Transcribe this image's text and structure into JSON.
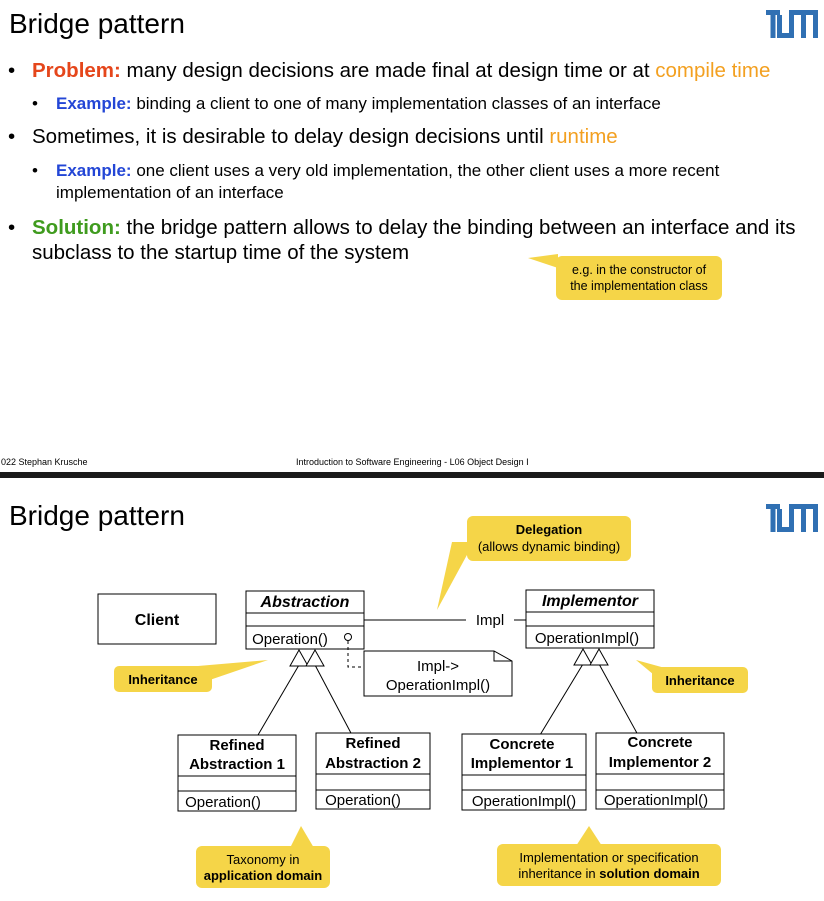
{
  "slide1": {
    "title": "Bridge pattern",
    "bullets": {
      "problem_label": "Problem:",
      "problem_text": " many design decisions are made final at design time or at ",
      "problem_highlight": "compile time",
      "example1_label": "Example:",
      "example1_text": " binding a client to one of many implementation classes of an interface",
      "sometimes_text": "Sometimes, it is desirable to delay design decisions until ",
      "sometimes_highlight": "runtime",
      "example2_label": "Example:",
      "example2_text": " one client uses a very old implementation, the other client uses a more recent implementation of an interface",
      "solution_label": "Solution:",
      "solution_text": " the bridge pattern allows to delay the binding between an interface and its subclass to the startup time of the system"
    },
    "callout_line1": "e.g. in the constructor of",
    "callout_line2": "the implementation class",
    "footer_left": "022 Stephan Krusche",
    "footer_center": "Introduction to Software Engineering - L06 Object Design I"
  },
  "slide2": {
    "title": "Bridge pattern",
    "delegation_title": "Delegation",
    "delegation_sub": "(allows dynamic binding)",
    "client": "Client",
    "abstraction_name": "Abstraction",
    "abstraction_op": "Operation()",
    "impl_label": "Impl",
    "implementor_name": "Implementor",
    "implementor_op": "OperationImpl()",
    "note_line1": "Impl->",
    "note_line2": "OperationImpl()",
    "inheritance_left": "Inheritance",
    "inheritance_right": "Inheritance",
    "refined1_line1": "Refined",
    "refined1_line2": "Abstraction 1",
    "refined1_op": "Operation()",
    "refined2_line1": "Refined",
    "refined2_line2": "Abstraction 2",
    "refined2_op": "Operation()",
    "concrete1_line1": "Concrete",
    "concrete1_line2": "Implementor 1",
    "concrete1_op": "OperationImpl()",
    "concrete2_line1": "Concrete",
    "concrete2_line2": "Implementor 2",
    "concrete2_op": "OperationImpl()",
    "taxonomy_line1": "Taxonomy in",
    "taxonomy_line2": "application domain",
    "impl_inherit_line1": "Implementation or specification",
    "impl_inherit_line2a": "inheritance in ",
    "impl_inherit_line2b": "solution domain"
  },
  "colors": {
    "problem_red": "#e5461b",
    "example_blue": "#2346d6",
    "solution_green": "#3f9b1e",
    "highlight_orange": "#f3a020",
    "callout_yellow": "#f5d548",
    "tum_blue": "#3070b3"
  },
  "logo_icon": "tum-logo-icon"
}
